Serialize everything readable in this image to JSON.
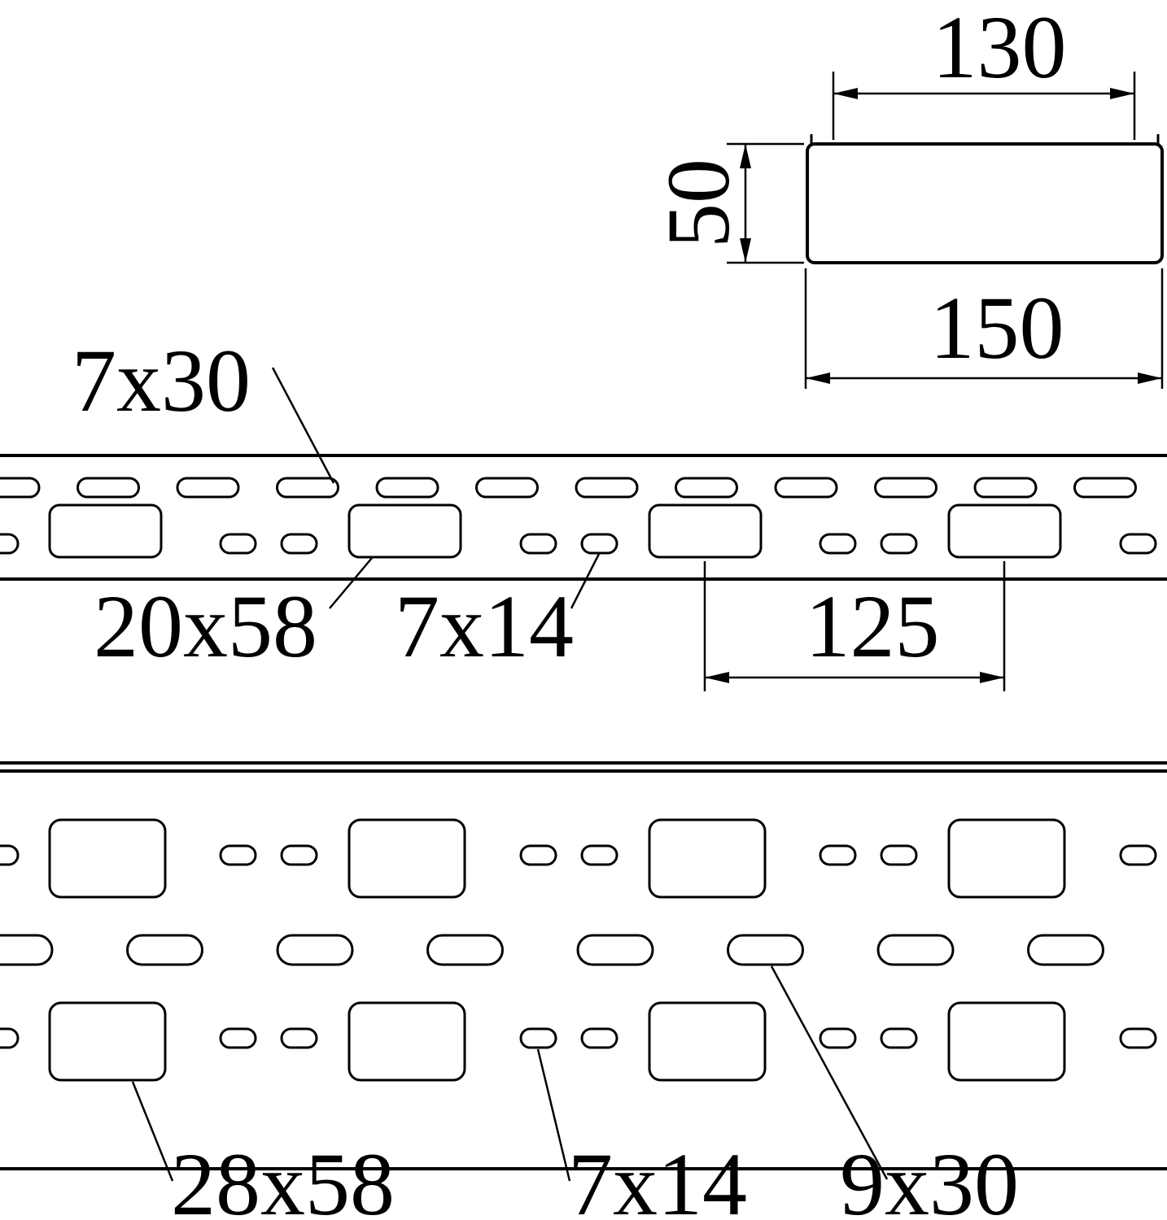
{
  "cross_section": {
    "top_width": "130",
    "height": "50",
    "bottom_width": "150"
  },
  "rail_view": {
    "top_slot_label": "7x30",
    "large_hole_label": "20x58",
    "small_hole_label": "7x14",
    "pitch_label": "125"
  },
  "panel_view": {
    "large_hole_label": "28x58",
    "small_hole_label": "7x14",
    "mid_slot_label": "9x30"
  }
}
